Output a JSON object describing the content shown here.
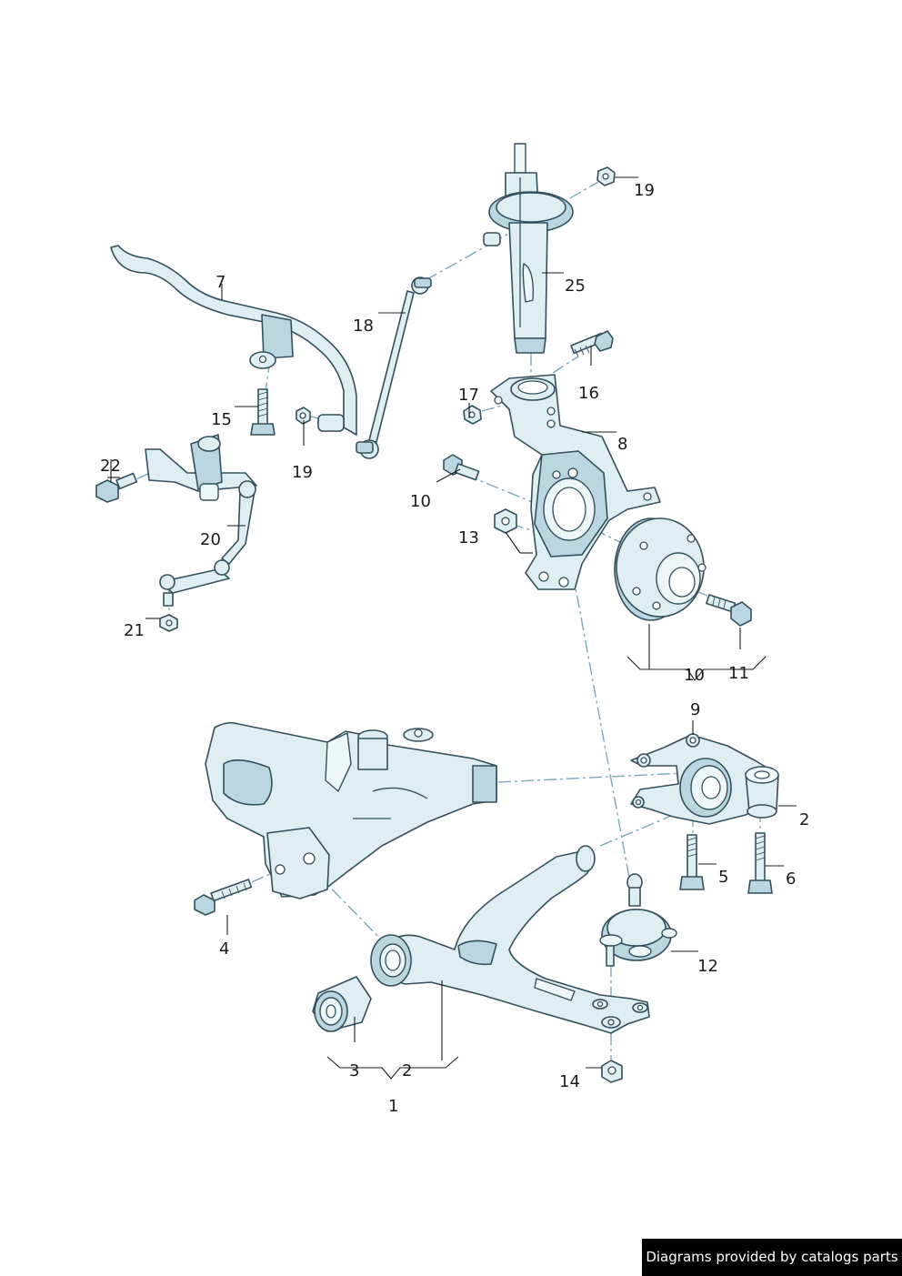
{
  "callouts": {
    "c1": "1",
    "c2a": "2",
    "c2b": "2",
    "c3": "3",
    "c4": "4",
    "c5": "5",
    "c6": "6",
    "c7": "7",
    "c8": "8",
    "c9": "9",
    "c10a": "10",
    "c10b": "10",
    "c11": "11",
    "c12": "12",
    "c13": "13",
    "c14": "14",
    "c15": "15",
    "c16": "16",
    "c17": "17",
    "c18": "18",
    "c19a": "19",
    "c19b": "19",
    "c20": "20",
    "c21": "21",
    "c22": "22",
    "c25": "25"
  },
  "footer": {
    "credit": "Diagrams provided by catalogs parts"
  },
  "colors": {
    "part_fill": "#dfeef3",
    "part_shade": "#b9d6e1",
    "outline": "#33505c",
    "dash_line": "#7fa7b8",
    "credit_bg": "#000000"
  }
}
